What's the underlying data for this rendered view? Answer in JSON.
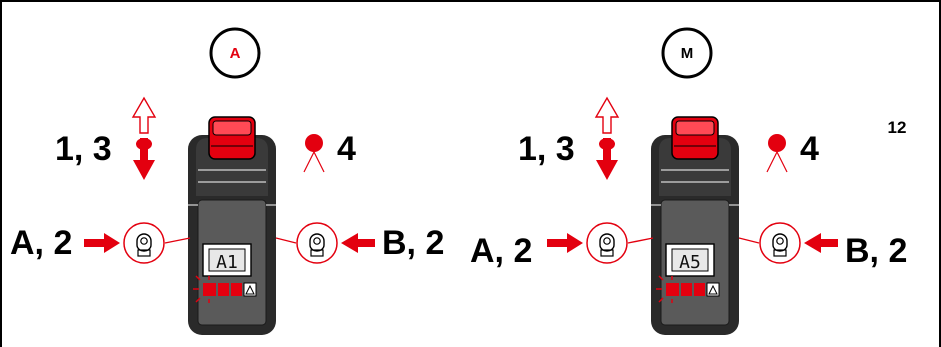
{
  "figure_number": "12",
  "colors": {
    "accent": "#e3000f",
    "stroke": "#000000",
    "device": "#262626",
    "background": "#ffffff"
  },
  "panels": [
    {
      "mode_badge": "A",
      "mode_badge_color": "#e3000f",
      "display_text": "A1",
      "labels": {
        "top": "1, 3",
        "side": "4",
        "left": "A, 2",
        "right": "B, 2"
      }
    },
    {
      "mode_badge": "M",
      "mode_badge_color": "#000000",
      "display_text": "A5",
      "labels": {
        "top": "1, 3",
        "side": "4",
        "left": "A, 2",
        "right": "B, 2"
      }
    }
  ]
}
